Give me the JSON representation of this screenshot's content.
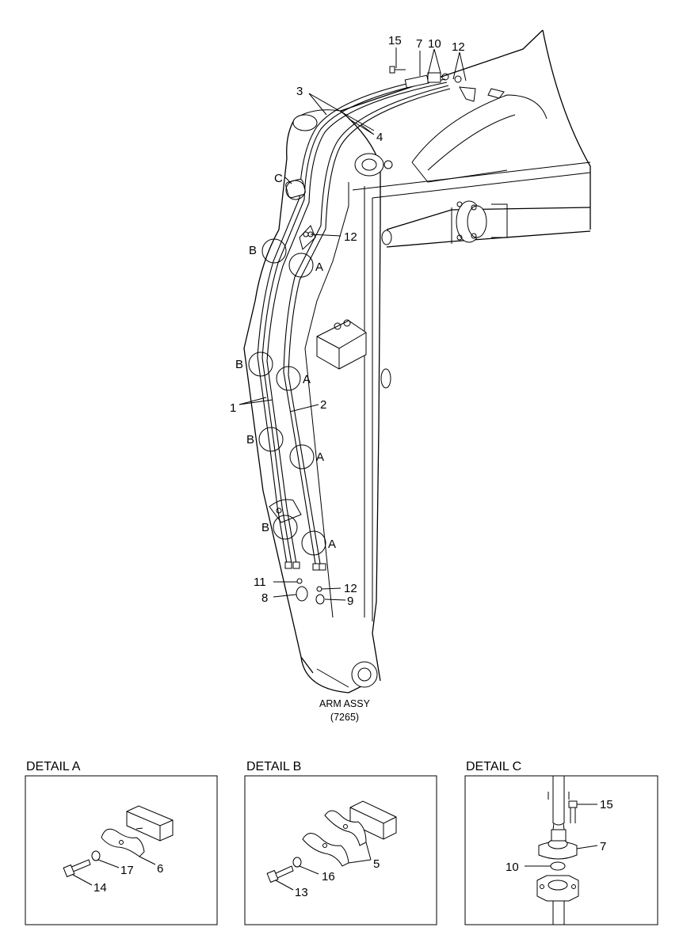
{
  "main_caption": {
    "line1": "ARM ASSY",
    "line2": "(7265)"
  },
  "callouts": {
    "n15_top": "15",
    "n7_top": "7",
    "n10_top": "10",
    "n12_top": "12",
    "n3": "3",
    "n4": "4",
    "nC": "C",
    "n12_mid": "12",
    "nB1": "B",
    "nA1": "A",
    "nB2": "B",
    "nA2": "A",
    "n1": "1",
    "n2": "2",
    "nB3": "B",
    "nA3": "A",
    "nB4": "B",
    "nA4": "A",
    "n11": "11",
    "n12_low": "12",
    "n8": "8",
    "n9": "9"
  },
  "details": [
    {
      "title": "DETAIL A",
      "parts": {
        "p6": "6",
        "p14": "14",
        "p17": "17"
      }
    },
    {
      "title": "DETAIL B",
      "parts": {
        "p5": "5",
        "p13": "13",
        "p16": "16"
      }
    },
    {
      "title": "DETAIL C",
      "parts": {
        "p15": "15",
        "p7": "7",
        "p10": "10"
      }
    }
  ]
}
